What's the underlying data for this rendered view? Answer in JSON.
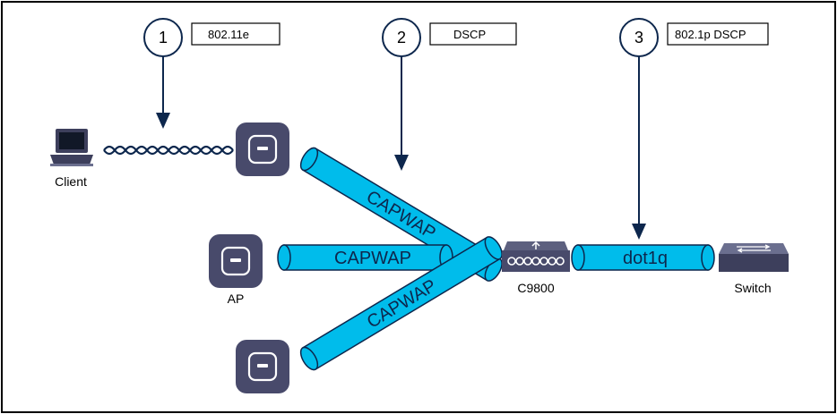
{
  "colors": {
    "tunnel": "#00bceb",
    "tunnel_stroke": "#0d274d",
    "device": "#484a6b",
    "arrow": "#0d274d",
    "border": "#000000"
  },
  "callouts": [
    {
      "number": "1",
      "tag": "802.11e"
    },
    {
      "number": "2",
      "tag": "DSCP"
    },
    {
      "number": "3",
      "tag": "802.1p DSCP"
    }
  ],
  "devices": {
    "client": "Client",
    "ap": "AP",
    "controller": "C9800",
    "switch": "Switch"
  },
  "tunnels": {
    "upper": "CAPWAP",
    "middle": "CAPWAP",
    "lower": "CAPWAP",
    "uplink": "dot1q"
  },
  "icons": {
    "client": "laptop-icon",
    "access_point": "access-point-icon",
    "controller": "wireless-controller-icon",
    "switch": "switch-icon",
    "wireless_link": "wireless-signal-icon"
  }
}
